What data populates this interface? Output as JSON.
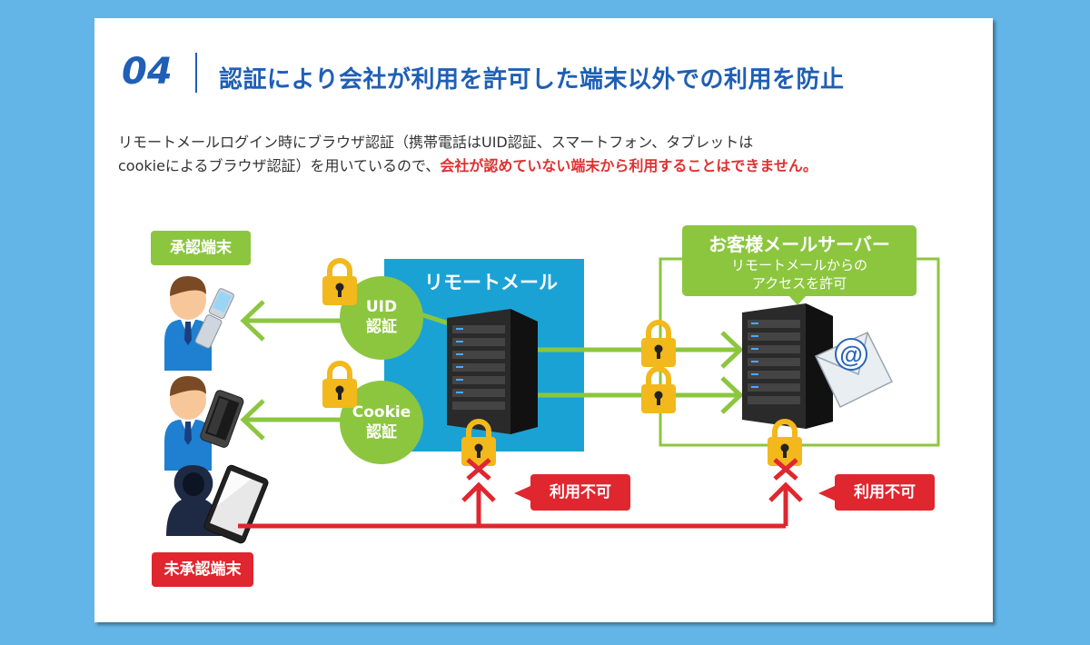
{
  "header": {
    "number": "04",
    "title": "認証により会社が利用を許可した端末以外での利用を防止"
  },
  "description": {
    "line1": "リモートメールログイン時にブラウザ認証（携帯電話はUID認証、スマートフォン、タブレットは",
    "line2_prefix": "cookieによるブラウザ認証）を用いているので、",
    "line2_highlight": "会社が認めていない端末から利用することはできません。"
  },
  "diagram": {
    "approved_label": "承認端末",
    "unapproved_label": "未承認端末",
    "uid_auth": {
      "line1": "UID",
      "line2": "認証"
    },
    "cookie_auth": {
      "line1": "Cookie",
      "line2": "認証"
    },
    "remote_mail_label": "リモートメール",
    "customer_server": {
      "title": "お客様メールサーバー",
      "line1": "リモートメールからの",
      "line2": "アクセスを許可"
    },
    "denied_label_1": "利用不可",
    "denied_label_2": "利用不可",
    "email_symbol": "@"
  },
  "colors": {
    "accent_blue": "#1f5fb5",
    "green": "#8cc63f",
    "red": "#e0262e",
    "remote_bg": "#1ba2d5",
    "lock_gold": "#f2b81c"
  }
}
